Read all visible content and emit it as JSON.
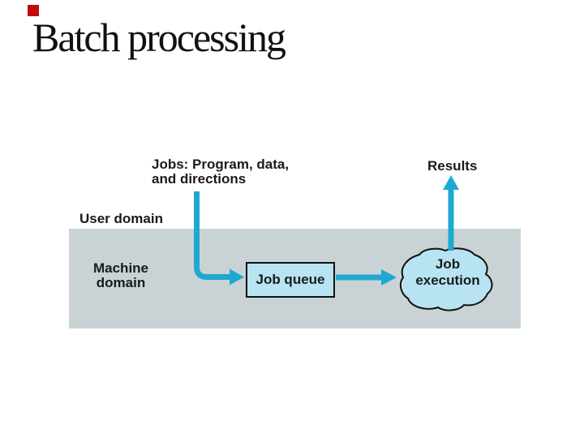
{
  "slide": {
    "title": "Batch processing",
    "accent_square_color": "#c00b0e"
  },
  "diagram": {
    "labels": {
      "jobs": "Jobs: Program, data,\nand directions",
      "results": "Results",
      "user_domain": "User domain",
      "machine_domain": "Machine\ndomain"
    },
    "nodes": {
      "job_queue": "Job queue",
      "job_execution": "Job\nexecution"
    },
    "colors": {
      "arrow": "#1fa8d2",
      "node_fill": "#b7e3f3",
      "node_border": "#111111",
      "machine_band": "#c9d3d6",
      "text": "#1a1a1a"
    }
  }
}
